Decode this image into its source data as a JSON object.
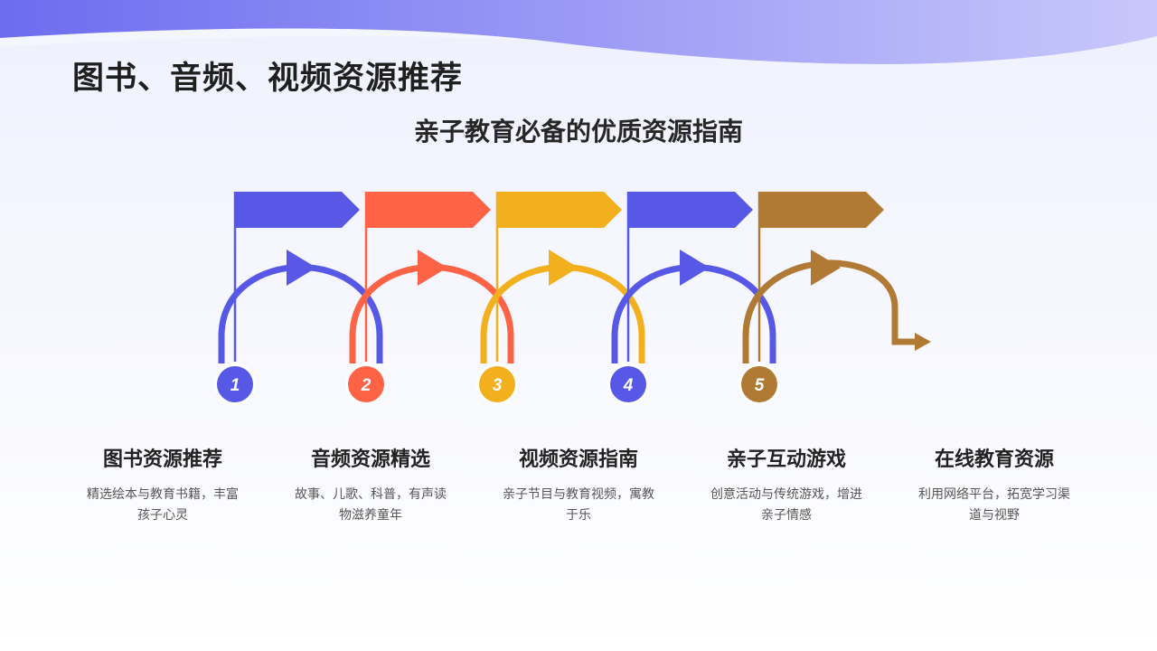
{
  "header": {
    "title": "图书、音频、视频资源推荐",
    "subtitle": "亲子教育必备的优质资源指南"
  },
  "steps": [
    {
      "number": "1",
      "color": "#5858e6",
      "title": "图书资源推荐",
      "desc_line1": "精选绘本与教育书籍，丰富",
      "desc_line2": "孩子心灵"
    },
    {
      "number": "2",
      "color": "#ff6346",
      "title": "音频资源精选",
      "desc_line1": "故事、儿歌、科普，有声读",
      "desc_line2": "物滋养童年"
    },
    {
      "number": "3",
      "color": "#f2b01e",
      "title": "视频资源指南",
      "desc_line1": "亲子节目与教育视频，寓教",
      "desc_line2": "于乐"
    },
    {
      "number": "4",
      "color": "#5858e6",
      "title": "亲子互动游戏",
      "desc_line1": "创意活动与传统游戏，增进",
      "desc_line2": "亲子情感"
    },
    {
      "number": "5",
      "color": "#b07a34",
      "title": "在线教育资源",
      "desc_line1": "利用网络平台，拓宽学习渠",
      "desc_line2": "道与视野"
    }
  ],
  "theme": {
    "wave_start": "#6c6cf0",
    "wave_end": "#c8c8fb"
  }
}
